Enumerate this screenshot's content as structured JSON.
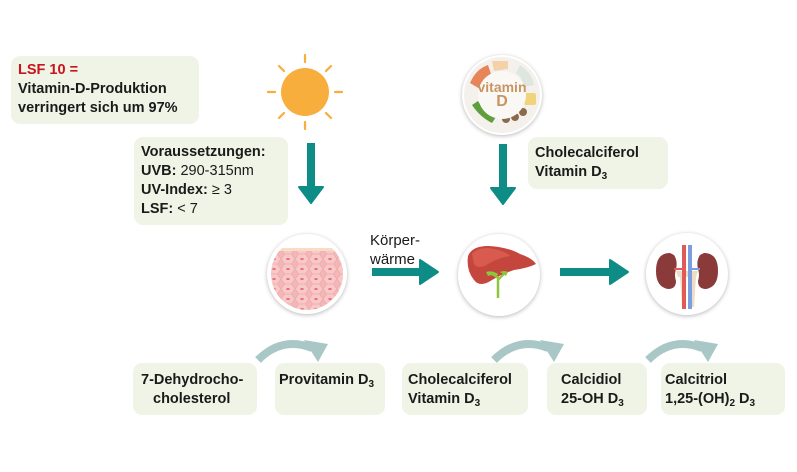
{
  "colors": {
    "arrow_teal": "#0e8c86",
    "curved_arrow": "#a9c7c6",
    "box_fill": "#f0f4e6",
    "accent_red": "#c8141c",
    "sun": "#f7ae3c"
  },
  "notes": {
    "lsf": {
      "highlight": "LSF 10 =",
      "line2": "Vitamin-D-Produktion",
      "line3": "verringert sich um 97%"
    },
    "requirements": {
      "title": "Voraussetzungen:",
      "uvb_label": "UVB:",
      "uvb_value": "290-315nm",
      "uvindex_label": "UV-Index:",
      "uvindex_value": "≥ 3",
      "lsf_label": "LSF:",
      "lsf_value": "< 7"
    },
    "dietary": {
      "line1": "Cholecalciferol",
      "line2": "Vitamin D",
      "line2_sub": "3"
    }
  },
  "icons": {
    "sun": "sun-icon",
    "food": "vitamin-d-food-icon",
    "skin": "skin-icon",
    "liver": "liver-icon",
    "kidney": "kidney-icon",
    "food_label_line1": "vitamin",
    "food_label_line2": "D"
  },
  "arrow_label": {
    "line1": "Körper-",
    "line2": "wärme"
  },
  "stages": [
    {
      "line1": "7-Dehydrocho-",
      "line2": "cholesterol"
    },
    {
      "line1": "Provitamin D",
      "sub1": "3"
    },
    {
      "line1": "Cholecalciferol",
      "line2": "Vitamin D",
      "sub2": "3"
    },
    {
      "line1": "Calcidiol",
      "line2": "25-OH D",
      "sub2": "3"
    },
    {
      "line1": "Calcitriol",
      "line2a": "1,25-(OH)",
      "sub2a": "2",
      "line2b": " D",
      "sub2b": "3"
    }
  ]
}
